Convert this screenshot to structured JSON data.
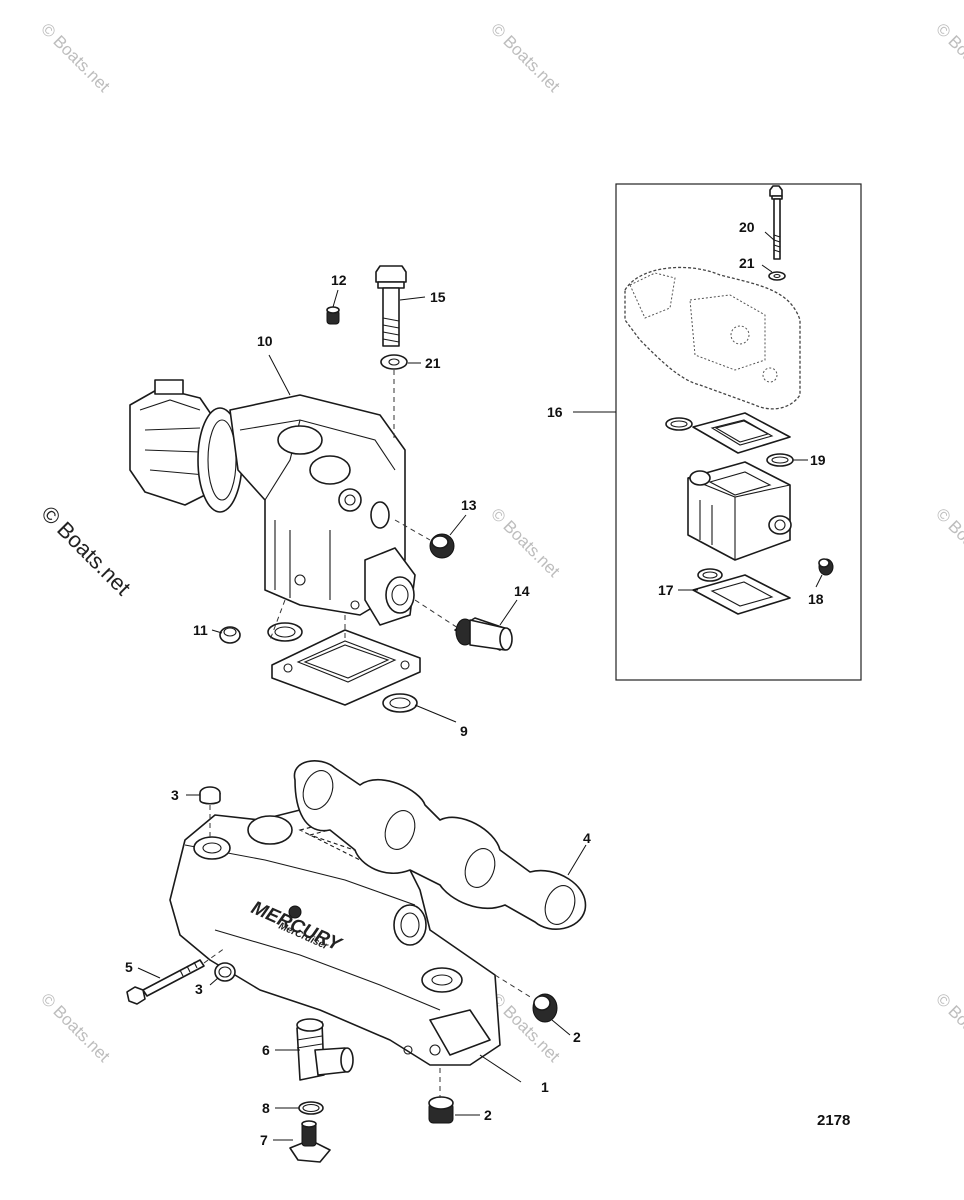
{
  "figure_number": "2178",
  "watermark": "© Boats.net",
  "brand_text": {
    "main": "MERCURY",
    "sub": "MerCruiser"
  },
  "callouts": {
    "c1": "1",
    "c2a": "2",
    "c2b": "2",
    "c3a": "3",
    "c3b": "3",
    "c4": "4",
    "c5": "5",
    "c6": "6",
    "c7": "7",
    "c8": "8",
    "c9": "9",
    "c10": "10",
    "c11": "11",
    "c12": "12",
    "c13": "13",
    "c14": "14",
    "c15": "15",
    "c16": "16",
    "c17": "17",
    "c18": "18",
    "c19": "19",
    "c20": "20",
    "c21a": "21",
    "c21b": "21"
  }
}
